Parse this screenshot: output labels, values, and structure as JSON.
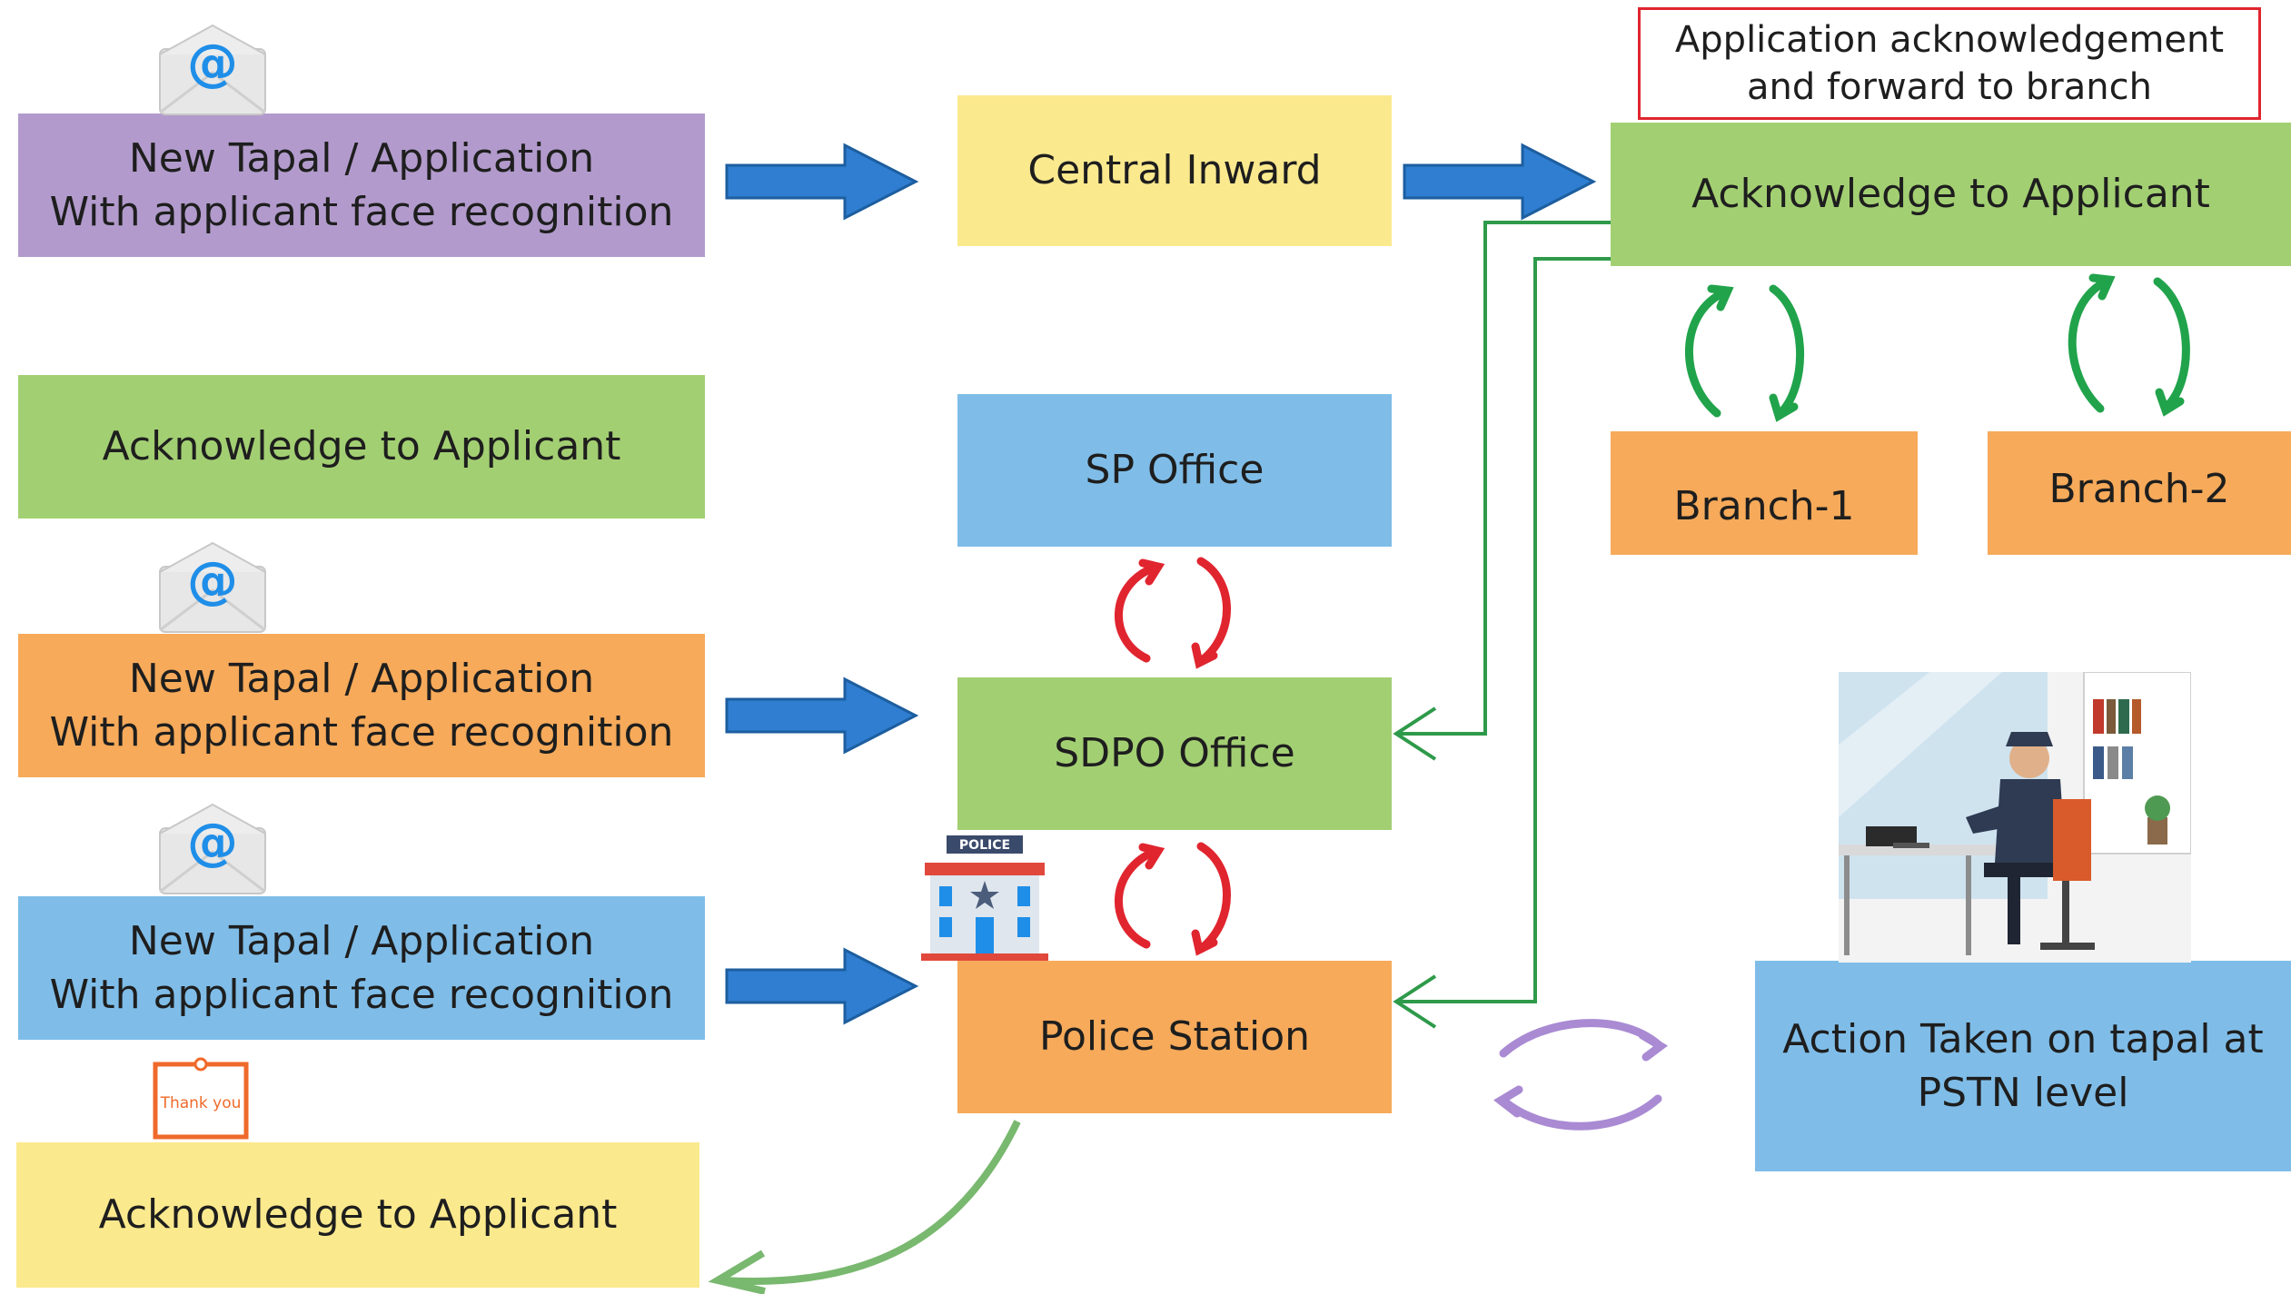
{
  "flow": {
    "row1_source": "New Tapal / Application\nWith applicant face recognition",
    "central_inward": "Central Inward",
    "ack_top_right": "Acknowledge to Applicant",
    "note": "Application acknowledgement\nand forward to branch",
    "branch1": "Branch-1",
    "branch2": "Branch-2",
    "ack_left": "Acknowledge to Applicant",
    "sp_office": "SP Office",
    "row2_source": "New Tapal / Application\nWith applicant face recognition",
    "sdpo_office": "SDPO Office",
    "row3_source": "New Tapal / Application\nWith applicant face recognition",
    "police_station": "Police Station",
    "action_taken": "Action Taken on tapal at\nPSTN level",
    "ack_bottom": "Acknowledge to Applicant"
  },
  "icons": {
    "email": "@",
    "police_sign": "POLICE",
    "thank_you": "Thank you"
  },
  "colors": {
    "purple": "#b29bcc",
    "green": "#a3cf73",
    "orange": "#f6aa5a",
    "blue": "#7fbde8",
    "yellow": "#fbe98e",
    "arrow_blue": "#2f7ed1",
    "cycle_red": "#e0252f",
    "cycle_green": "#21a34b",
    "cycle_purple": "#a98ad3"
  }
}
